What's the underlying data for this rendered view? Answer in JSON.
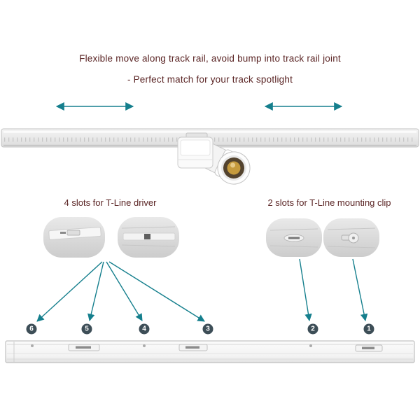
{
  "title": {
    "line1": "Flexible move along track rail, avoid bump into track rail joint",
    "line2": "- Perfect match for your track spotlight"
  },
  "labels": {
    "driver": "4 slots for T-Line driver",
    "clip": "2 slots for T-Line mounting clip"
  },
  "markers": {
    "m6": "6",
    "m5": "5",
    "m4": "4",
    "m3": "3",
    "m2": "2",
    "m1": "1"
  },
  "colors": {
    "heading_text": "#5a2424",
    "arrow_teal": "#157f8d",
    "marker_bg": "#3d4e57",
    "rail_border": "#bdbdbd",
    "led_warm": "#c59a3d"
  }
}
